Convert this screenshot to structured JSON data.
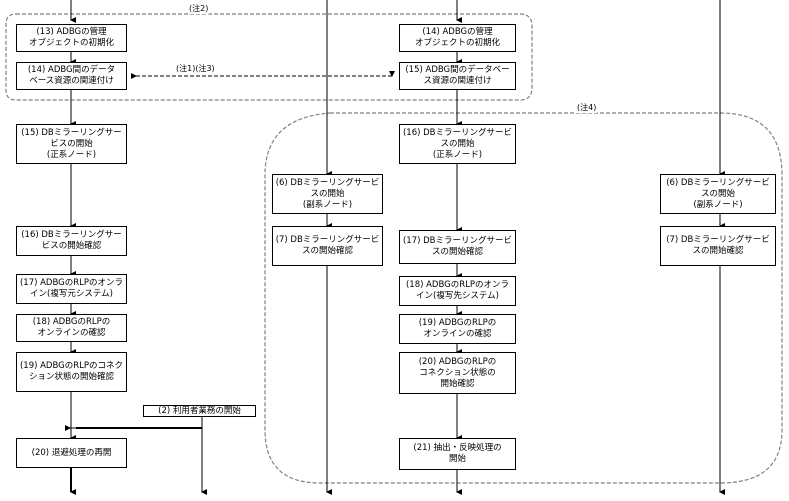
{
  "notes": {
    "note2": "(注2)",
    "note1_3": "(注1)(注3)",
    "note4": "(注4)"
  },
  "colors": {
    "line": "#000000",
    "dashed_group": "#808080",
    "box_border": "#000000",
    "background": "#ffffff"
  },
  "columns": {
    "primary_left": {
      "steps": [
        "(13) ADBGの管理\nオブジェクトの初期化",
        "(14) ADBG間のデータ\nベース資源の関連付け",
        "(15) DBミラーリングサー\nビスの開始\n(正系ノード)",
        "(16) DBミラーリングサー\nビスの開始確認",
        "(17) ADBGのRLPのオンラ\nイン(複写元システム)",
        "(18) ADBGのRLPの\nオンラインの確認",
        "(19) ADBGのRLPのコネク\nション状態の開始確認",
        "(20) 退避処理の再開"
      ]
    },
    "user_business": {
      "label": "(2) 利用者業務の開始"
    },
    "secondary_left": {
      "steps": [
        "(6) DBミラーリングサービ\nスの開始\n(副系ノード)",
        "(7) DBミラーリングサービ\nスの開始確認"
      ]
    },
    "primary_right": {
      "steps": [
        "(14) ADBGの管理\nオブジェクトの初期化",
        "(15) ADBG間のデータベー\nス資源の関連付け",
        "(16) DBミラーリングサービ\nスの開始\n(正系ノード)",
        "(17) DBミラーリングサービ\nスの開始確認",
        "(18) ADBGのRLPのオンラ\nイン(複写先システム)",
        "(19) ADBGのRLPの\nオンラインの確認",
        "(20) ADBGのRLPの\nコネクション状態の\n開始確認",
        "(21) 抽出・反映処理の\n開始"
      ]
    },
    "secondary_right": {
      "steps": [
        "(6) DBミラーリングサービ\nスの開始\n(副系ノード)",
        "(7) DBミラーリングサービ\nスの開始確認"
      ]
    }
  }
}
